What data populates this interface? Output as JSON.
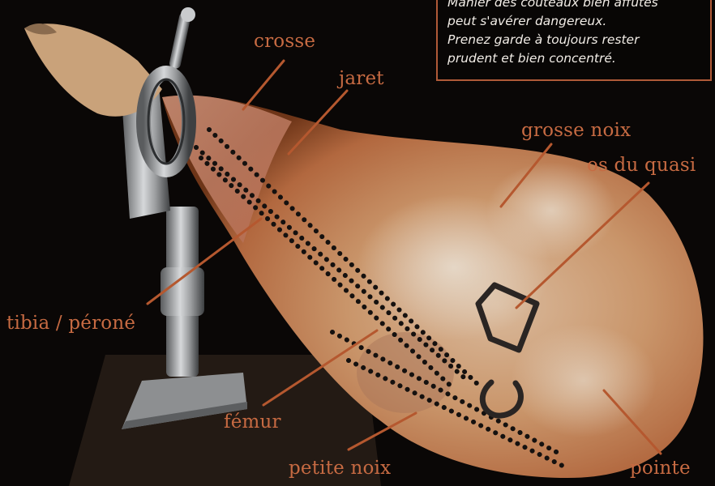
{
  "warning": {
    "lines": [
      "Manier des couteaux bien affûtés",
      "peut s'avérer dangereux.",
      "Prenez garde à toujours rester",
      "prudent et bien concentré."
    ]
  },
  "labels": {
    "crosse": "crosse",
    "jaret": "jaret",
    "grosse_noix": "grosse noix",
    "os_du_quasi": "os du quasi",
    "tibia_perone": "tibia / péroné",
    "femur": "fémur",
    "petite_noix": "petite noix",
    "pointe": "pointe"
  },
  "colors": {
    "label": "#c66a42",
    "leader_line": "#b5582f",
    "box_border": "#b05a38",
    "bone_outline": "#2a2523"
  }
}
